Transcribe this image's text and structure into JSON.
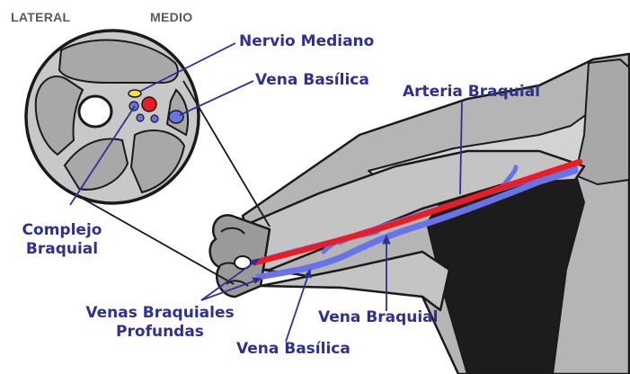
{
  "headings": {
    "lateral": "LATERAL",
    "medial": "MEDIO"
  },
  "labels": {
    "median_nerve": "Nervio Mediano",
    "basilic_vein_top": "Vena Basílica",
    "brachial_artery": "Arteria Braquial",
    "brachial_complex_line1": "Complejo",
    "brachial_complex_line2": "Braquial",
    "deep_brachial_veins_line1": "Venas Braquiales",
    "deep_brachial_veins_line2": "Profundas",
    "brachial_vein": "Vena Braquial",
    "basilic_vein_bottom": "Vena Basílica"
  },
  "colors": {
    "artery": "#ec1c24",
    "vein": "#6773e6",
    "nerve": "#f5e04d",
    "label_text": "#2e3192",
    "heading_text": "#58595b",
    "muscle": "#9d9d9d",
    "skin": "#c9c9c9"
  },
  "icons": {
    "cross_section": "arm-cross-section-icon"
  }
}
